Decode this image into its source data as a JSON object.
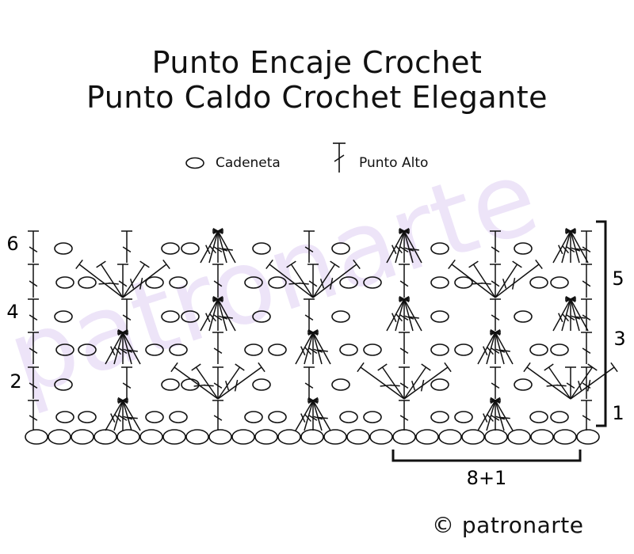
{
  "title_line1": "Punto Encaje Crochet",
  "title_line2": "Punto Caldo Crochet Elegante",
  "legend": {
    "chain_label": "Cadeneta",
    "dc_label": "Punto Alto",
    "chain_icon": "oval-chain-symbol",
    "dc_icon": "double-crochet-symbol"
  },
  "row_labels_left": [
    "6",
    "4",
    "2"
  ],
  "row_labels_right": [
    "5",
    "3",
    "1"
  ],
  "repeat_label": "8+1",
  "watermark_text": "patronarte",
  "copyright": "© patronarte",
  "colors": {
    "ink": "#111111",
    "watermark": "#e6dcf5"
  }
}
